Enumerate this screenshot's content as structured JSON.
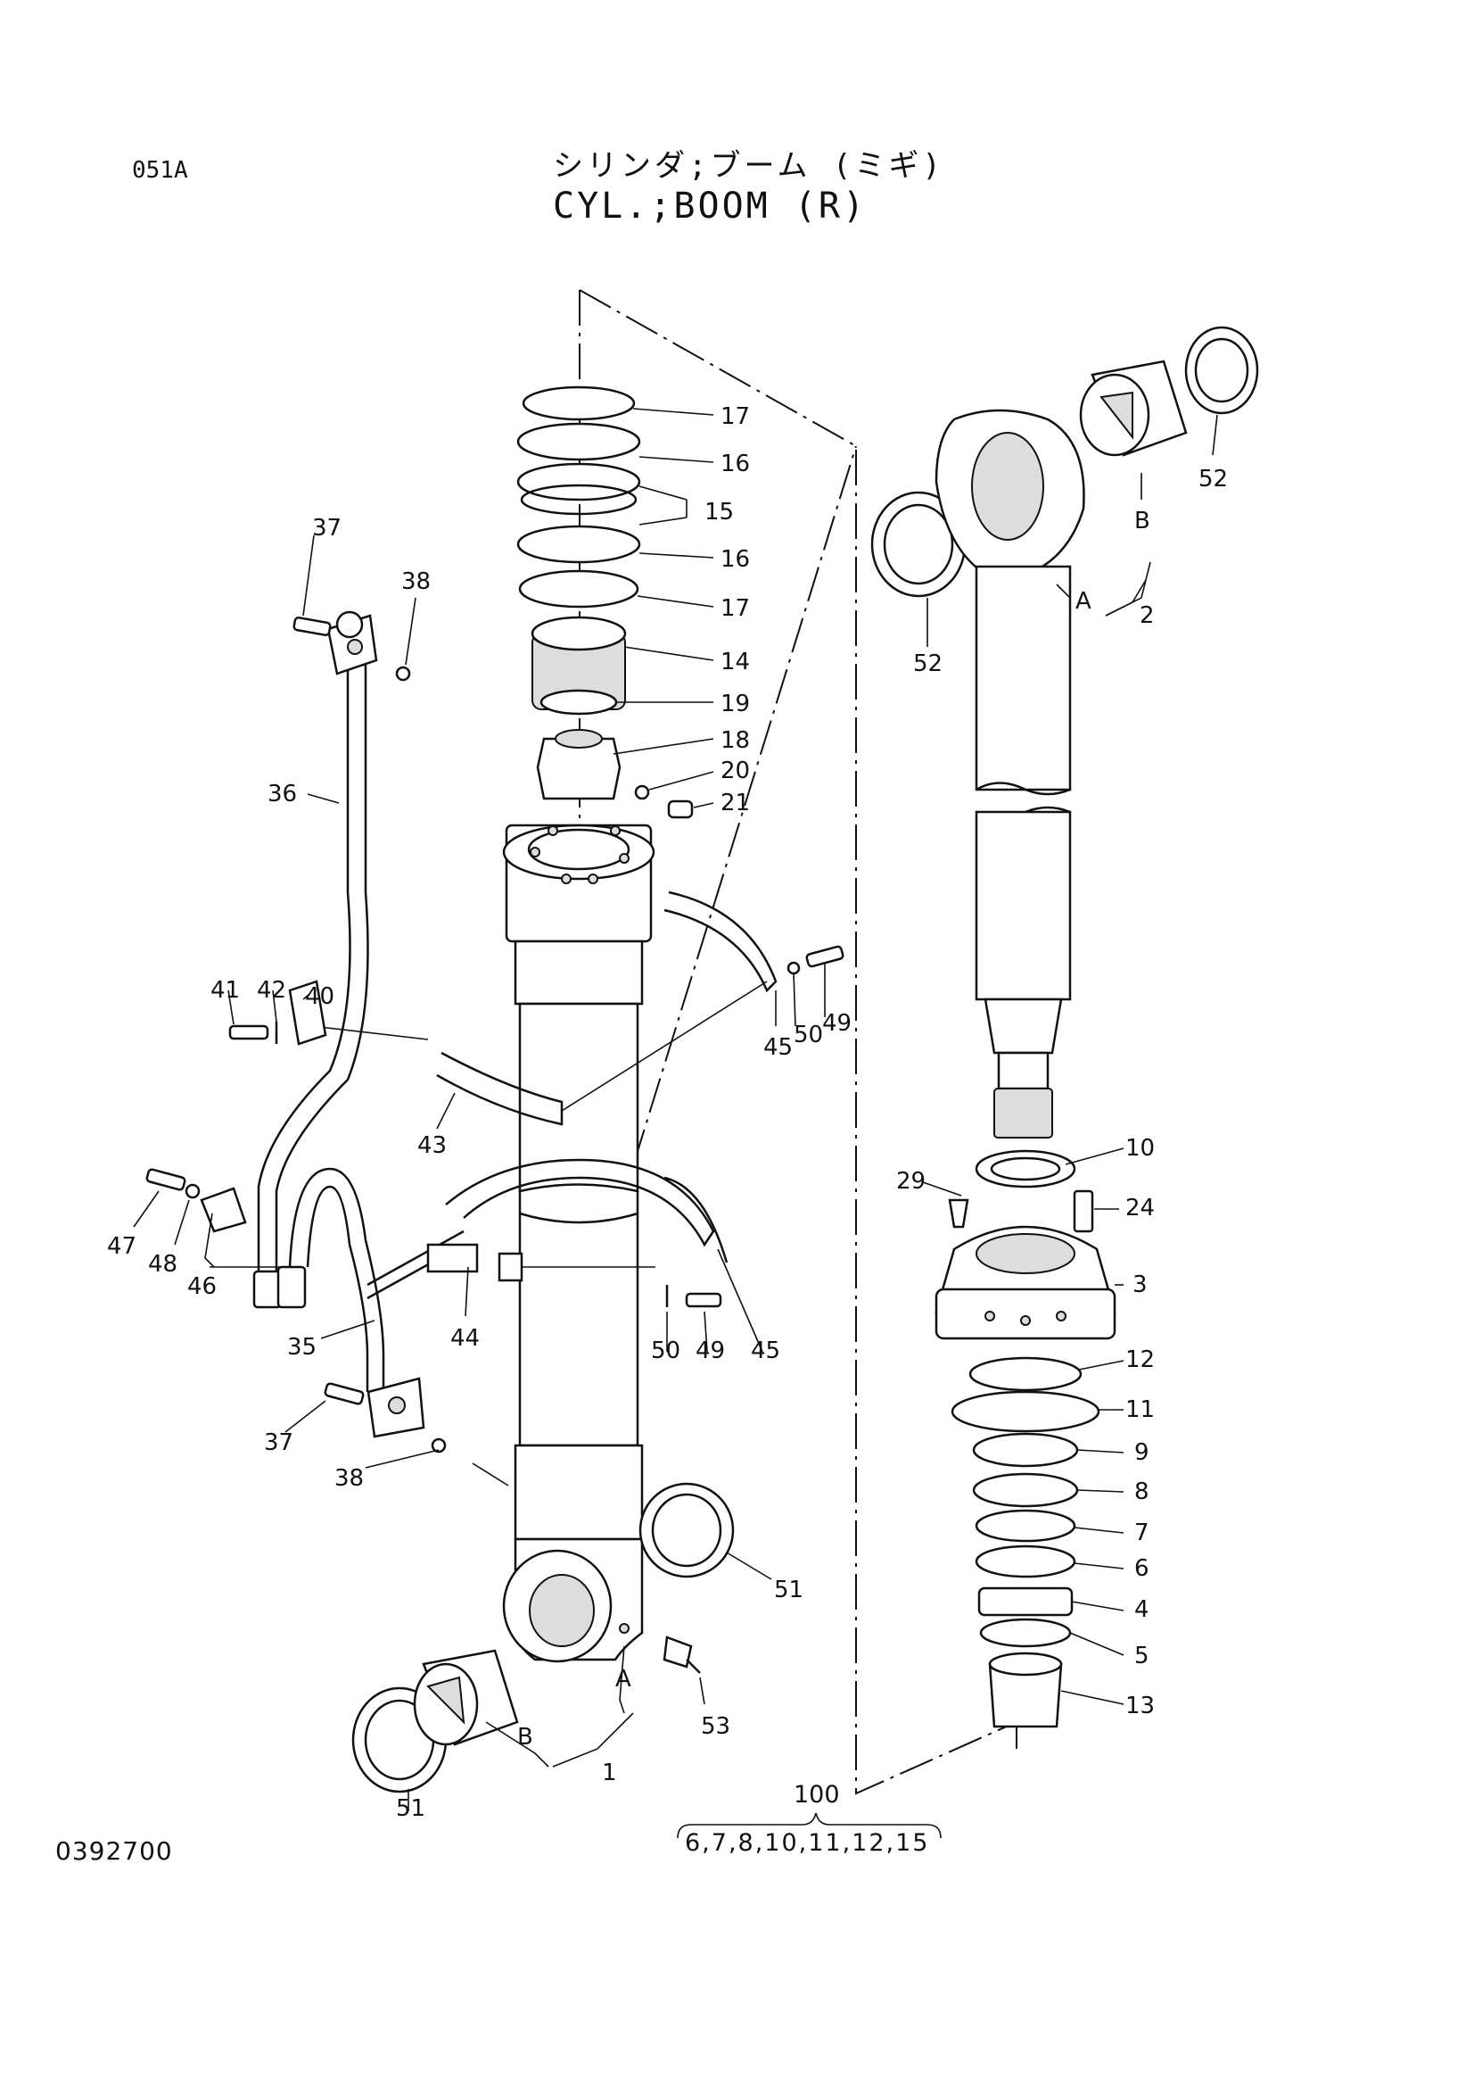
{
  "header": {
    "page_code": "051A",
    "title_jp": "シリンダ;ブーム (ミギ)",
    "title_en": "CYL.;BOOM (R)"
  },
  "footer": {
    "drawing_number": "0392700"
  },
  "kit": {
    "number": "100",
    "contents": "6,7,8,10,11,12,15"
  },
  "callouts": {
    "c17a": "17",
    "c16a": "16",
    "c15": "15",
    "c16b": "16",
    "c17b": "17",
    "c14": "14",
    "c19": "19",
    "c18": "18",
    "c20": "20",
    "c21": "21",
    "c37a": "37",
    "c38a": "38",
    "c36": "36",
    "c41": "41",
    "c42": "42",
    "c40": "40",
    "c43": "43",
    "c45a": "45",
    "c50a": "50",
    "c49a": "49",
    "c47": "47",
    "c48": "48",
    "c46": "46",
    "c35": "35",
    "c44": "44",
    "c50b": "50",
    "c49b": "49",
    "c45b": "45",
    "c37b": "37",
    "c38b": "38",
    "c51a": "51",
    "c51b": "51",
    "c53": "53",
    "cA1": "A",
    "cB1": "B",
    "c1": "1",
    "c52a": "52",
    "c52b": "52",
    "cA2": "A",
    "cB2": "B",
    "c2": "2",
    "c10": "10",
    "c29": "29",
    "c24": "24",
    "c3": "3",
    "c12": "12",
    "c11": "11",
    "c9": "9",
    "c8": "8",
    "c7": "7",
    "c6": "6",
    "c4": "4",
    "c5": "5",
    "c13": "13"
  }
}
